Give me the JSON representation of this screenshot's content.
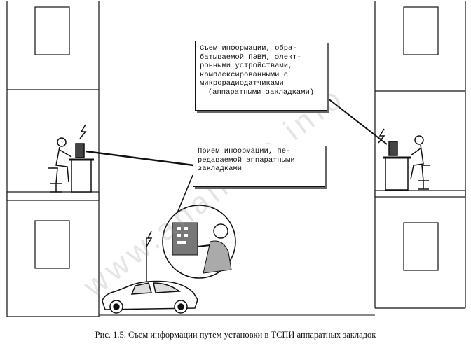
{
  "callout_top": {
    "lines": [
      "Съем информации, обра-",
      "батываемой ПЭВМ, элект-",
      "ронными устройствами,",
      "комплексированными с",
      "микрорадиодатчиками",
      "(аппаратными закладками)"
    ]
  },
  "callout_mid": {
    "lines": [
      "Прием информации, пе-",
      "редаваемой аппаратными",
      "закладками"
    ]
  },
  "caption": "Рис. 1.5.  Съем информации путем установки в ТСПИ  аппаратных закладок",
  "watermark": "www.analitika.info"
}
